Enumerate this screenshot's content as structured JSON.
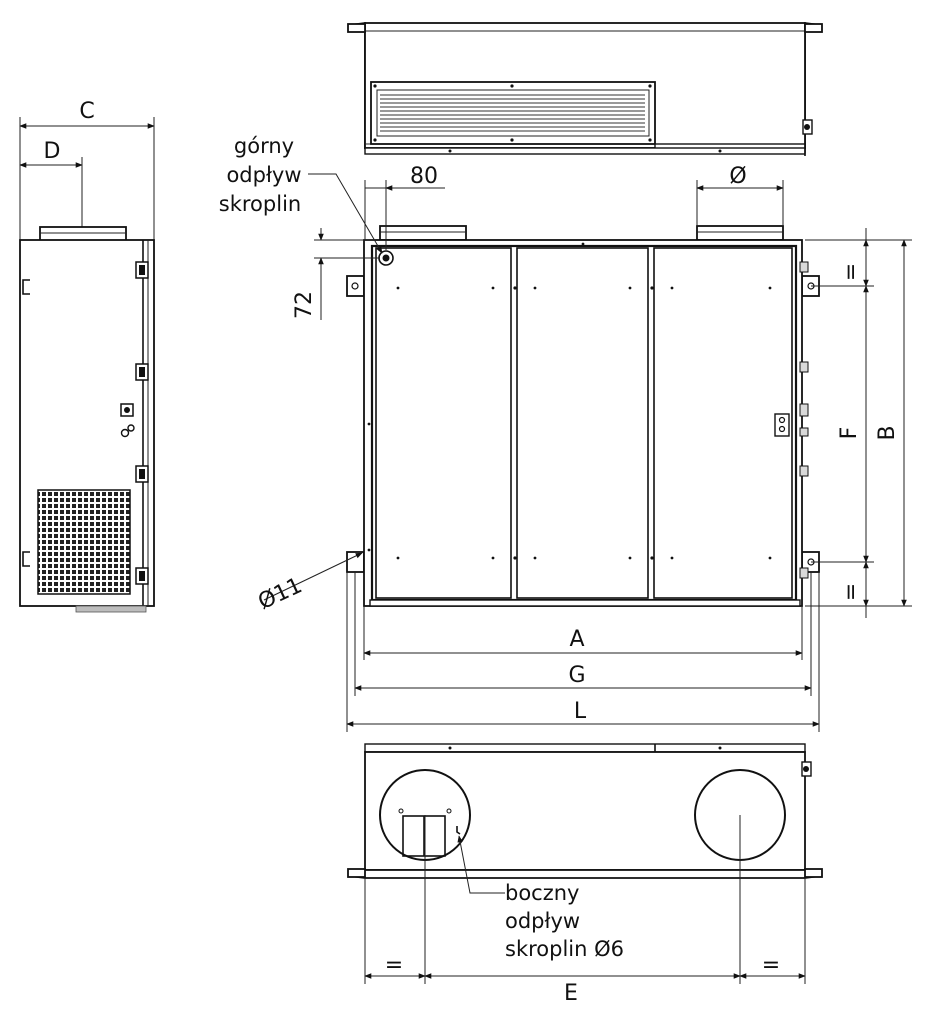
{
  "dimension_labels": {
    "C": "C",
    "D": "D",
    "eighty": "80",
    "phi": "Ø",
    "seventy_two": "72",
    "phi11": "Ø11",
    "A": "A",
    "G": "G",
    "L": "L",
    "F": "F",
    "B": "B",
    "E": "E",
    "eq": "="
  },
  "notes": {
    "top_drain": [
      "górny",
      "odpływ",
      "skroplin"
    ],
    "side_drain": [
      "boczny",
      "odpływ",
      "skroplin Ø6"
    ]
  }
}
